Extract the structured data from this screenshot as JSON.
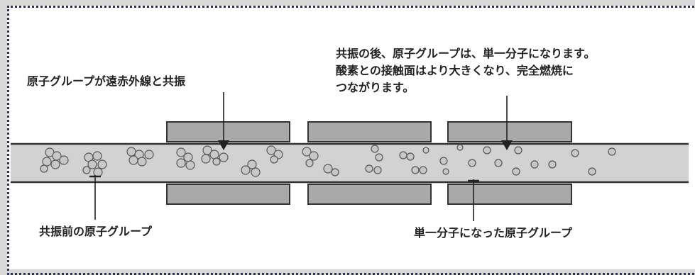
{
  "labels": {
    "top_left": "原子グループが遠赤外線と共振",
    "top_right": [
      "共振の後、原子グループは、単一分子になります。",
      "酸素との接触面はより大きくなり、完全燃焼に",
      "つながります。"
    ],
    "bottom_left": "共振前の原子グループ",
    "bottom_right": "単一分子になった原子グループ"
  },
  "colors": {
    "pipe_fill": "#d2d2d2",
    "block_fill": "#a9a9a9",
    "pipe_line": "#333333",
    "particle_fill": "#c8c8c8",
    "frame_dots": "#2a2f5a"
  },
  "icons": [
    "arrow-down-icon",
    "arrow-up-icon"
  ]
}
